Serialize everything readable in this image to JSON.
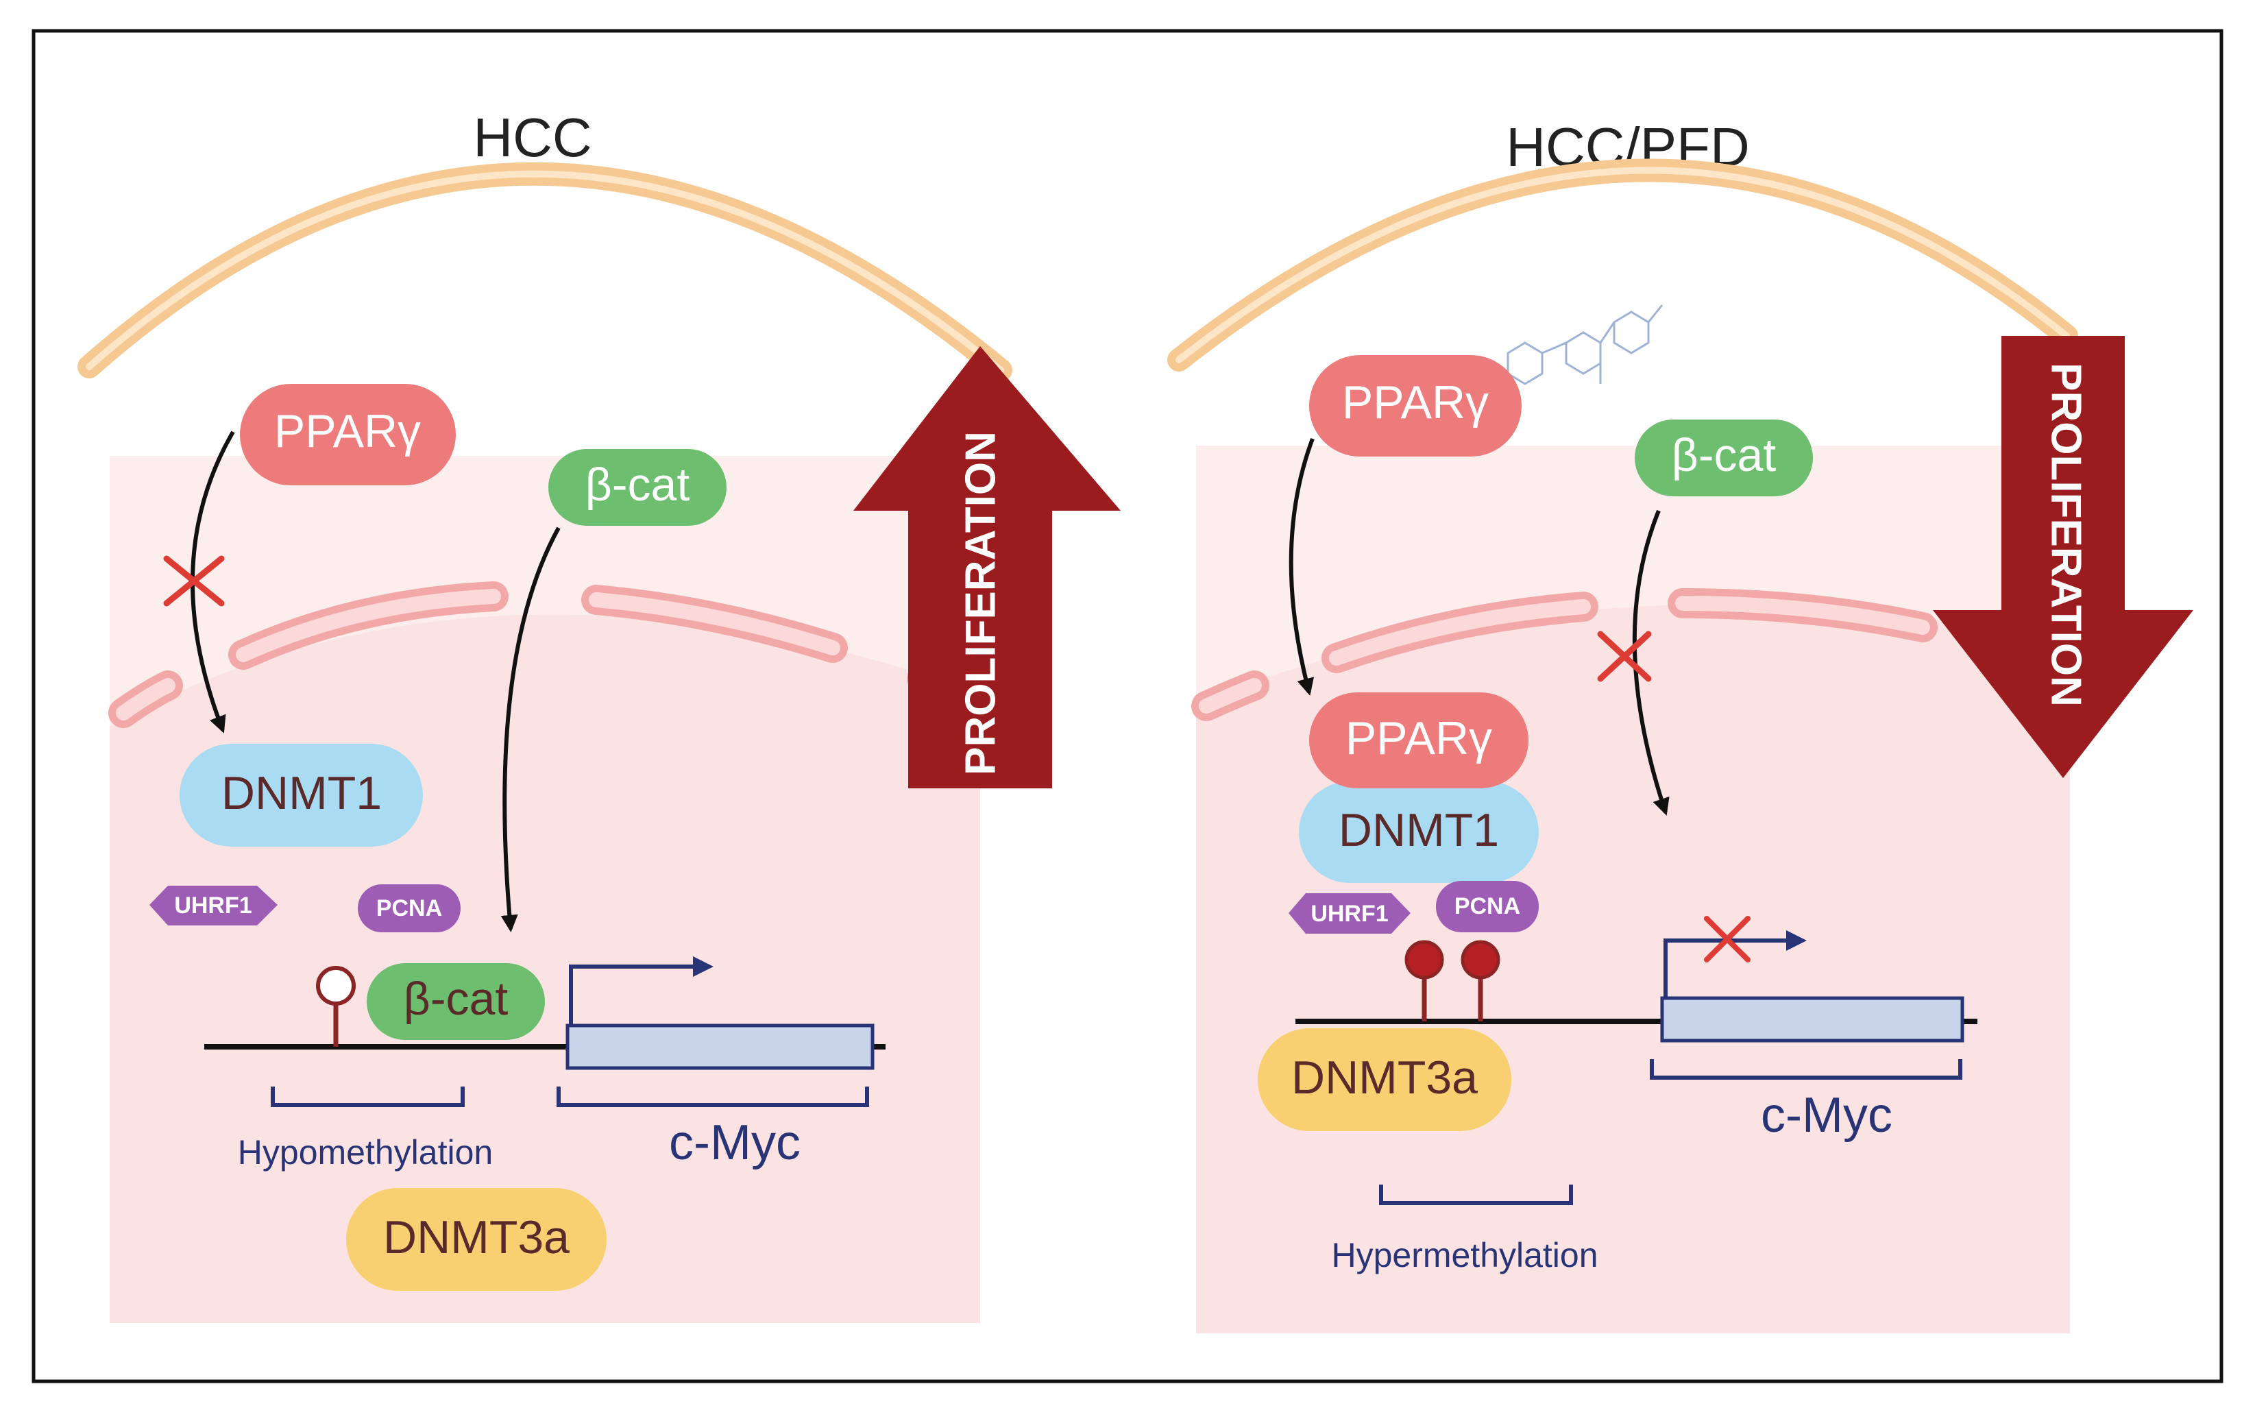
{
  "panels": {
    "hcc": {
      "title": "HCC",
      "pparg": "PPARγ",
      "bcat_top": "β-cat",
      "dnmt1": "DNMT1",
      "uhrf1": "UHRF1",
      "pcna": "PCNA",
      "bcat_bound": "β-cat",
      "methylation_label": "Hypomethylation",
      "gene_label": "c-Myc",
      "dnmt3a": "DNMT3a",
      "proliferation": "PROLIFERATION",
      "proliferation_direction": "up"
    },
    "hcc_pfd": {
      "title": "HCC/PFD",
      "pparg_top": "PPARγ",
      "bcat_top": "β-cat",
      "pparg_bound": "PPARγ",
      "dnmt1": "DNMT1",
      "uhrf1": "UHRF1",
      "pcna": "PCNA",
      "methylation_label": "Hypermethylation",
      "gene_label": "c-Myc",
      "dnmt3a": "DNMT3a",
      "proliferation": "PROLIFERATION",
      "proliferation_direction": "down"
    }
  },
  "colors": {
    "pparg": "#ee7b7b",
    "bcat": "#6dbf6f",
    "dnmt1": "#a9dcf2",
    "dnmt3a": "#f8d071",
    "uhrf1_pcna": "#9e5db4",
    "proliferation_arrow": "#9b1c1f",
    "inhibition_x": "#dc3c33",
    "gene_box": "#c8d4ea",
    "navy": "#283475",
    "methyl_filled": "#b61f23",
    "membrane": "#f7c992",
    "cytoplasm": "#fdeeee"
  }
}
